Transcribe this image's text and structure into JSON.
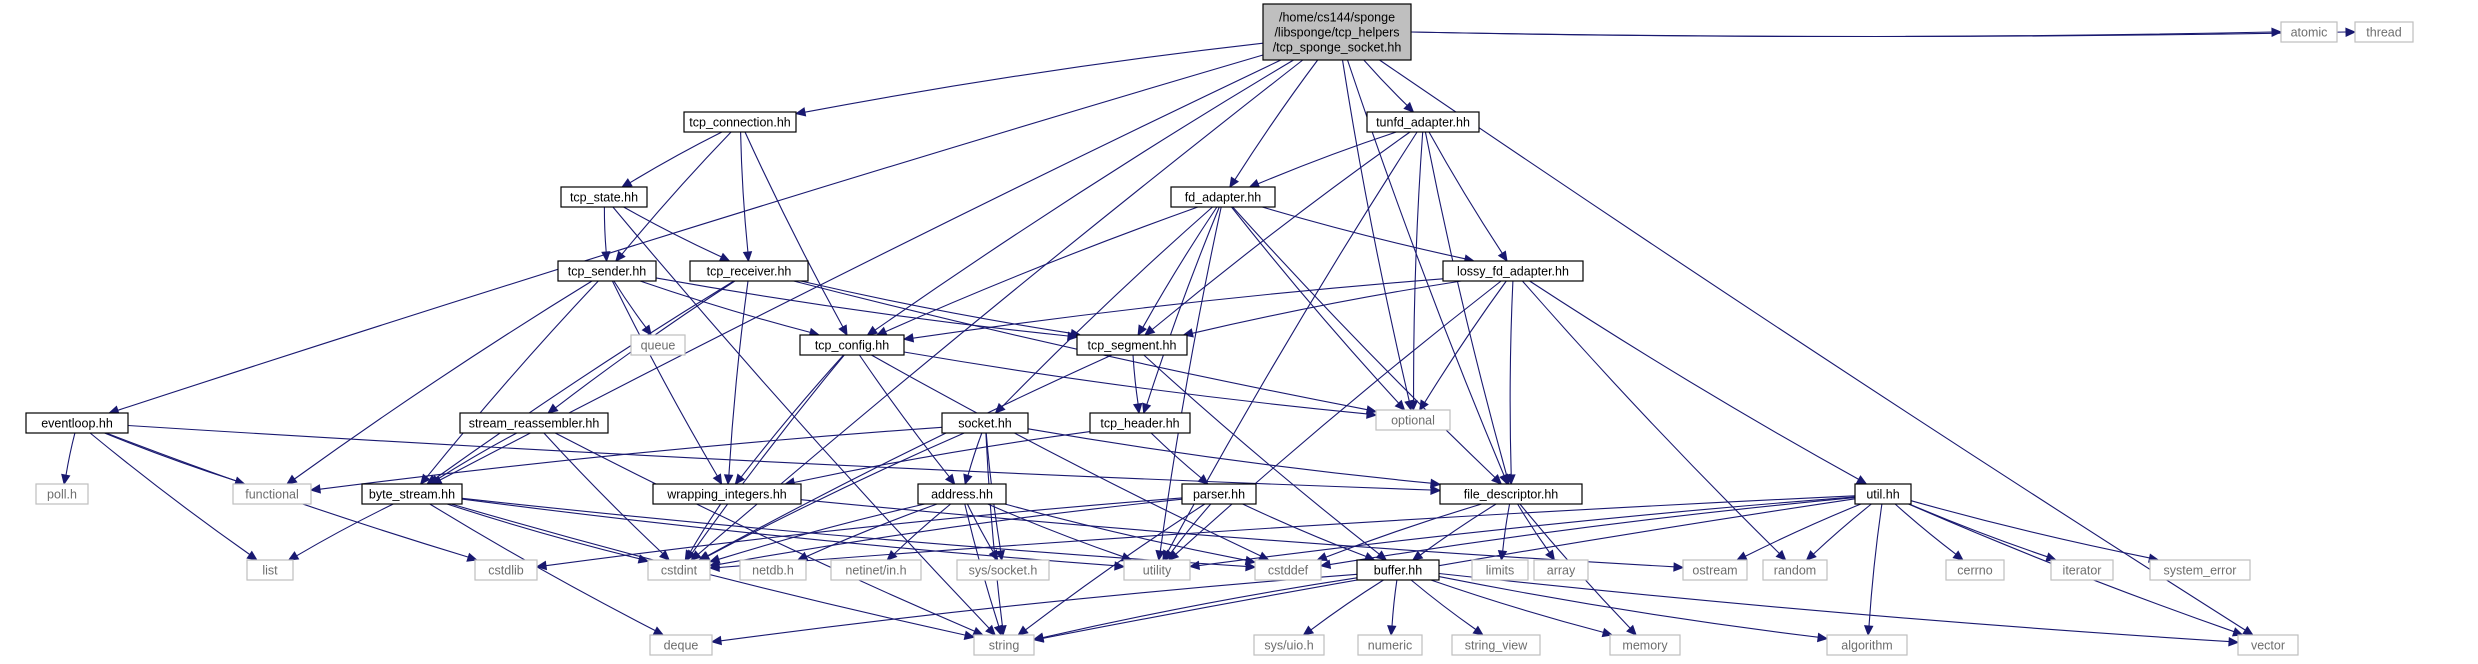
{
  "graph": {
    "colors": {
      "edge": "#191970",
      "root_fill": "#bfbfbf",
      "node_border": "#000000",
      "system_border": "#bfbfbf",
      "system_text": "#6e6e6e",
      "background": "#ffffff"
    },
    "nodes": [
      {
        "id": "root",
        "kind": "root",
        "lines": [
          "/home/cs144/sponge",
          "/libsponge/tcp_helpers",
          "/tcp_sponge_socket.hh"
        ]
      },
      {
        "id": "tcp_connection",
        "kind": "local",
        "lines": [
          "tcp_connection.hh"
        ]
      },
      {
        "id": "tunfd_adapter",
        "kind": "local",
        "lines": [
          "tunfd_adapter.hh"
        ]
      },
      {
        "id": "atomic",
        "kind": "system",
        "lines": [
          "atomic"
        ]
      },
      {
        "id": "thread",
        "kind": "system",
        "lines": [
          "thread"
        ]
      },
      {
        "id": "tcp_state",
        "kind": "local",
        "lines": [
          "tcp_state.hh"
        ]
      },
      {
        "id": "fd_adapter",
        "kind": "local",
        "lines": [
          "fd_adapter.hh"
        ]
      },
      {
        "id": "tcp_sender",
        "kind": "local",
        "lines": [
          "tcp_sender.hh"
        ]
      },
      {
        "id": "tcp_receiver",
        "kind": "local",
        "lines": [
          "tcp_receiver.hh"
        ]
      },
      {
        "id": "lossy_fd_adapter",
        "kind": "local",
        "lines": [
          "lossy_fd_adapter.hh"
        ]
      },
      {
        "id": "queue",
        "kind": "system",
        "lines": [
          "queue"
        ]
      },
      {
        "id": "tcp_config",
        "kind": "local",
        "lines": [
          "tcp_config.hh"
        ]
      },
      {
        "id": "tcp_segment",
        "kind": "local",
        "lines": [
          "tcp_segment.hh"
        ]
      },
      {
        "id": "eventloop",
        "kind": "local",
        "lines": [
          "eventloop.hh"
        ]
      },
      {
        "id": "stream_reassembler",
        "kind": "local",
        "lines": [
          "stream_reassembler.hh"
        ]
      },
      {
        "id": "socket",
        "kind": "local",
        "lines": [
          "socket.hh"
        ]
      },
      {
        "id": "tcp_header",
        "kind": "local",
        "lines": [
          "tcp_header.hh"
        ]
      },
      {
        "id": "optional",
        "kind": "system",
        "lines": [
          "optional"
        ]
      },
      {
        "id": "poll_h",
        "kind": "system",
        "lines": [
          "poll.h"
        ]
      },
      {
        "id": "functional",
        "kind": "system",
        "lines": [
          "functional"
        ]
      },
      {
        "id": "byte_stream",
        "kind": "local",
        "lines": [
          "byte_stream.hh"
        ]
      },
      {
        "id": "wrapping_integers",
        "kind": "local",
        "lines": [
          "wrapping_integers.hh"
        ]
      },
      {
        "id": "address",
        "kind": "local",
        "lines": [
          "address.hh"
        ]
      },
      {
        "id": "parser",
        "kind": "local",
        "lines": [
          "parser.hh"
        ]
      },
      {
        "id": "file_descriptor",
        "kind": "local",
        "lines": [
          "file_descriptor.hh"
        ]
      },
      {
        "id": "util",
        "kind": "local",
        "lines": [
          "util.hh"
        ]
      },
      {
        "id": "list",
        "kind": "system",
        "lines": [
          "list"
        ]
      },
      {
        "id": "cstdlib",
        "kind": "system",
        "lines": [
          "cstdlib"
        ]
      },
      {
        "id": "cstdint",
        "kind": "system",
        "lines": [
          "cstdint"
        ]
      },
      {
        "id": "netdb_h",
        "kind": "system",
        "lines": [
          "netdb.h"
        ]
      },
      {
        "id": "netinet_in_h",
        "kind": "system",
        "lines": [
          "netinet/in.h"
        ]
      },
      {
        "id": "sys_socket_h",
        "kind": "system",
        "lines": [
          "sys/socket.h"
        ]
      },
      {
        "id": "utility",
        "kind": "system",
        "lines": [
          "utility"
        ]
      },
      {
        "id": "cstddef",
        "kind": "system",
        "lines": [
          "cstddef"
        ]
      },
      {
        "id": "buffer",
        "kind": "local",
        "lines": [
          "buffer.hh"
        ]
      },
      {
        "id": "limits",
        "kind": "system",
        "lines": [
          "limits"
        ]
      },
      {
        "id": "array",
        "kind": "system",
        "lines": [
          "array"
        ]
      },
      {
        "id": "ostream",
        "kind": "system",
        "lines": [
          "ostream"
        ]
      },
      {
        "id": "random",
        "kind": "system",
        "lines": [
          "random"
        ]
      },
      {
        "id": "cerrno",
        "kind": "system",
        "lines": [
          "cerrno"
        ]
      },
      {
        "id": "iterator",
        "kind": "system",
        "lines": [
          "iterator"
        ]
      },
      {
        "id": "system_error",
        "kind": "system",
        "lines": [
          "system_error"
        ]
      },
      {
        "id": "deque",
        "kind": "system",
        "lines": [
          "deque"
        ]
      },
      {
        "id": "string",
        "kind": "system",
        "lines": [
          "string"
        ]
      },
      {
        "id": "sys_uio_h",
        "kind": "system",
        "lines": [
          "sys/uio.h"
        ]
      },
      {
        "id": "numeric",
        "kind": "system",
        "lines": [
          "numeric"
        ]
      },
      {
        "id": "string_view",
        "kind": "system",
        "lines": [
          "string_view"
        ]
      },
      {
        "id": "memory",
        "kind": "system",
        "lines": [
          "memory"
        ]
      },
      {
        "id": "algorithm",
        "kind": "system",
        "lines": [
          "algorithm"
        ]
      },
      {
        "id": "vector",
        "kind": "system",
        "lines": [
          "vector"
        ]
      }
    ],
    "edges": [
      [
        "root",
        "tcp_connection"
      ],
      [
        "root",
        "tunfd_adapter"
      ],
      [
        "root",
        "atomic"
      ],
      [
        "root",
        "thread"
      ],
      [
        "root",
        "fd_adapter"
      ],
      [
        "root",
        "tcp_config"
      ],
      [
        "root",
        "eventloop"
      ],
      [
        "root",
        "byte_stream"
      ],
      [
        "root",
        "cstdint"
      ],
      [
        "root",
        "optional"
      ],
      [
        "root",
        "file_descriptor"
      ],
      [
        "root",
        "vector"
      ],
      [
        "tcp_connection",
        "tcp_state"
      ],
      [
        "tcp_connection",
        "tcp_sender"
      ],
      [
        "tcp_connection",
        "tcp_receiver"
      ],
      [
        "tcp_connection",
        "tcp_config"
      ],
      [
        "tunfd_adapter",
        "fd_adapter"
      ],
      [
        "tunfd_adapter",
        "lossy_fd_adapter"
      ],
      [
        "tunfd_adapter",
        "tcp_segment"
      ],
      [
        "tunfd_adapter",
        "optional"
      ],
      [
        "tunfd_adapter",
        "file_descriptor"
      ],
      [
        "tunfd_adapter",
        "utility"
      ],
      [
        "tcp_state",
        "tcp_sender"
      ],
      [
        "tcp_state",
        "tcp_receiver"
      ],
      [
        "tcp_state",
        "string"
      ],
      [
        "fd_adapter",
        "tcp_config"
      ],
      [
        "fd_adapter",
        "tcp_segment"
      ],
      [
        "fd_adapter",
        "socket"
      ],
      [
        "fd_adapter",
        "tcp_header"
      ],
      [
        "fd_adapter",
        "lossy_fd_adapter"
      ],
      [
        "fd_adapter",
        "optional"
      ],
      [
        "fd_adapter",
        "file_descriptor"
      ],
      [
        "fd_adapter",
        "utility"
      ],
      [
        "tcp_sender",
        "queue"
      ],
      [
        "tcp_sender",
        "functional"
      ],
      [
        "tcp_sender",
        "byte_stream"
      ],
      [
        "tcp_sender",
        "tcp_config"
      ],
      [
        "tcp_sender",
        "tcp_segment"
      ],
      [
        "tcp_sender",
        "wrapping_integers"
      ],
      [
        "tcp_receiver",
        "byte_stream"
      ],
      [
        "tcp_receiver",
        "stream_reassembler"
      ],
      [
        "tcp_receiver",
        "tcp_segment"
      ],
      [
        "tcp_receiver",
        "wrapping_integers"
      ],
      [
        "tcp_receiver",
        "optional"
      ],
      [
        "lossy_fd_adapter",
        "tcp_config"
      ],
      [
        "lossy_fd_adapter",
        "tcp_segment"
      ],
      [
        "lossy_fd_adapter",
        "optional"
      ],
      [
        "lossy_fd_adapter",
        "file_descriptor"
      ],
      [
        "lossy_fd_adapter",
        "util"
      ],
      [
        "lossy_fd_adapter",
        "random"
      ],
      [
        "lossy_fd_adapter",
        "utility"
      ],
      [
        "tcp_config",
        "wrapping_integers"
      ],
      [
        "tcp_config",
        "address"
      ],
      [
        "tcp_config",
        "cstdint"
      ],
      [
        "tcp_config",
        "cstddef"
      ],
      [
        "tcp_config",
        "optional"
      ],
      [
        "tcp_segment",
        "tcp_header"
      ],
      [
        "tcp_segment",
        "buffer"
      ],
      [
        "tcp_segment",
        "cstdint"
      ],
      [
        "eventloop",
        "poll_h"
      ],
      [
        "eventloop",
        "functional"
      ],
      [
        "eventloop",
        "list"
      ],
      [
        "eventloop",
        "cstdlib"
      ],
      [
        "eventloop",
        "file_descriptor"
      ],
      [
        "stream_reassembler",
        "byte_stream"
      ],
      [
        "stream_reassembler",
        "cstdint"
      ],
      [
        "stream_reassembler",
        "string"
      ],
      [
        "socket",
        "address"
      ],
      [
        "socket",
        "file_descriptor"
      ],
      [
        "socket",
        "functional"
      ],
      [
        "socket",
        "cstdint"
      ],
      [
        "socket",
        "string"
      ],
      [
        "socket",
        "sys_socket_h"
      ],
      [
        "tcp_header",
        "wrapping_integers"
      ],
      [
        "tcp_header",
        "parser"
      ],
      [
        "byte_stream",
        "list"
      ],
      [
        "byte_stream",
        "cstdint"
      ],
      [
        "byte_stream",
        "deque"
      ],
      [
        "byte_stream",
        "string"
      ],
      [
        "byte_stream",
        "utility"
      ],
      [
        "byte_stream",
        "cstddef"
      ],
      [
        "wrapping_integers",
        "cstdint"
      ],
      [
        "wrapping_integers",
        "ostream"
      ],
      [
        "address",
        "cstdint"
      ],
      [
        "address",
        "netdb_h"
      ],
      [
        "address",
        "netinet_in_h"
      ],
      [
        "address",
        "sys_socket_h"
      ],
      [
        "address",
        "utility"
      ],
      [
        "address",
        "string"
      ],
      [
        "address",
        "cstddef"
      ],
      [
        "parser",
        "buffer"
      ],
      [
        "parser",
        "cstdint"
      ],
      [
        "parser",
        "cstdlib"
      ],
      [
        "parser",
        "string"
      ],
      [
        "parser",
        "utility"
      ],
      [
        "file_descriptor",
        "buffer"
      ],
      [
        "file_descriptor",
        "array"
      ],
      [
        "file_descriptor",
        "limits"
      ],
      [
        "file_descriptor",
        "memory"
      ],
      [
        "file_descriptor",
        "cstddef"
      ],
      [
        "util",
        "cstddef"
      ],
      [
        "util",
        "cstdint"
      ],
      [
        "util",
        "ostream"
      ],
      [
        "util",
        "random"
      ],
      [
        "util",
        "cerrno"
      ],
      [
        "util",
        "iterator"
      ],
      [
        "util",
        "system_error"
      ],
      [
        "util",
        "algorithm"
      ],
      [
        "util",
        "string"
      ],
      [
        "util",
        "vector"
      ],
      [
        "util",
        "utility"
      ],
      [
        "buffer",
        "deque"
      ],
      [
        "buffer",
        "string"
      ],
      [
        "buffer",
        "sys_uio_h"
      ],
      [
        "buffer",
        "numeric"
      ],
      [
        "buffer",
        "string_view"
      ],
      [
        "buffer",
        "memory"
      ],
      [
        "buffer",
        "algorithm"
      ],
      [
        "buffer",
        "vector"
      ]
    ]
  }
}
